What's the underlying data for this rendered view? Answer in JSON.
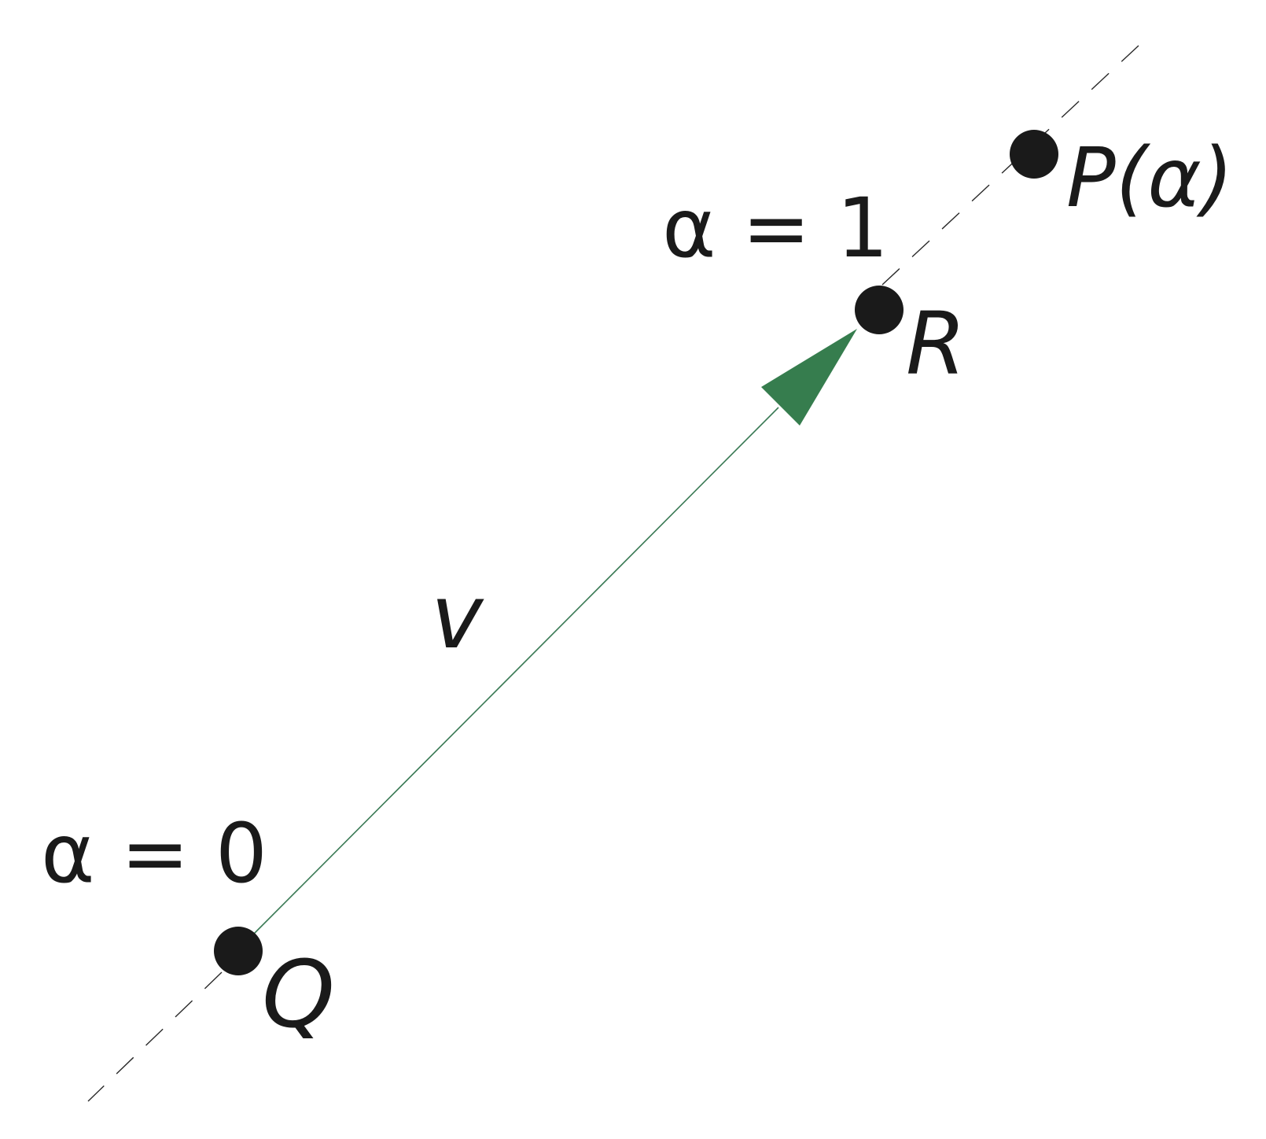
{
  "diagram": {
    "points": {
      "Q": {
        "label": "Q"
      },
      "R": {
        "label": "R"
      },
      "P": {
        "label": "P(α)"
      }
    },
    "vector": {
      "label": "v",
      "color": "#367d4e"
    },
    "alpha_labels": {
      "at_Q": "α = 0",
      "at_R": "α = 1"
    },
    "colors": {
      "points": "#1a1a1a",
      "dashed_line": "#2a2a2a",
      "vector_line": "#3a7a55"
    }
  }
}
